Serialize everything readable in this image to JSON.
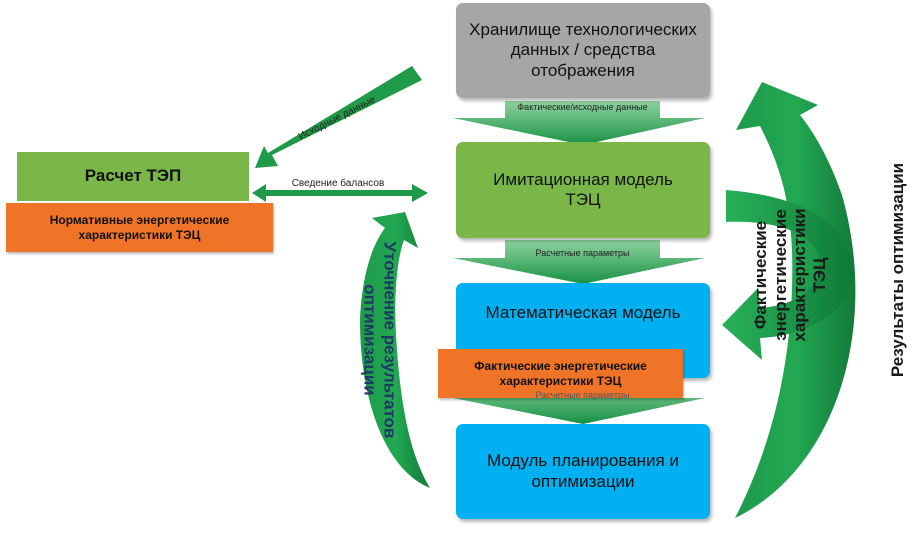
{
  "boxes": {
    "storage": "Хранилище технологических данных / средства отображения",
    "imitation": "Имитационная модель ТЭЦ",
    "math": "Математическая модель",
    "planning": "Модуль планирования и оптимизации",
    "tep": "Расчет ТЭП",
    "normative": "Нормативные энергетические характеристики ТЭЦ",
    "actual": "Фактические энергетические характеристики ТЭЦ"
  },
  "arrows": {
    "actual_input": "Фактические/исходные данные",
    "calc_params": "Расчетные параметры",
    "calc_params_2": "Расчетные параметры",
    "input_data": "Исходные данные",
    "balance": "Сведение балансов"
  },
  "curves": {
    "refine_line1": "Уточнение результатов",
    "refine_line2": "оптимизации",
    "actual_char_line1": "Фактические",
    "actual_char_line2": "энергетические",
    "actual_char_line3": "характеристики",
    "actual_char_line4": "ТЭЦ",
    "results": "Результаты оптимизации"
  },
  "colors": {
    "gray_box": "#a6a6a6",
    "green_box": "#7ab648",
    "blue_box": "#00b0f0",
    "orange_box": "#f07427",
    "arrow_green": "#1f9a48"
  }
}
